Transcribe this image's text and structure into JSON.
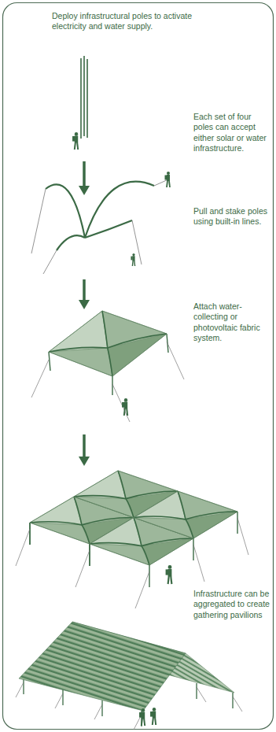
{
  "diagram": {
    "labels": [
      "Deploy infrastructural poles to activate electricity and water supply.",
      "Each set of four poles can accept either solar or water infrastructure.",
      "Pull and stake poles using built-in lines.",
      "Attach water-collecting or photovoltaic fabric system.",
      "Infrastructure can be aggregated to create gathering pavilions"
    ]
  }
}
